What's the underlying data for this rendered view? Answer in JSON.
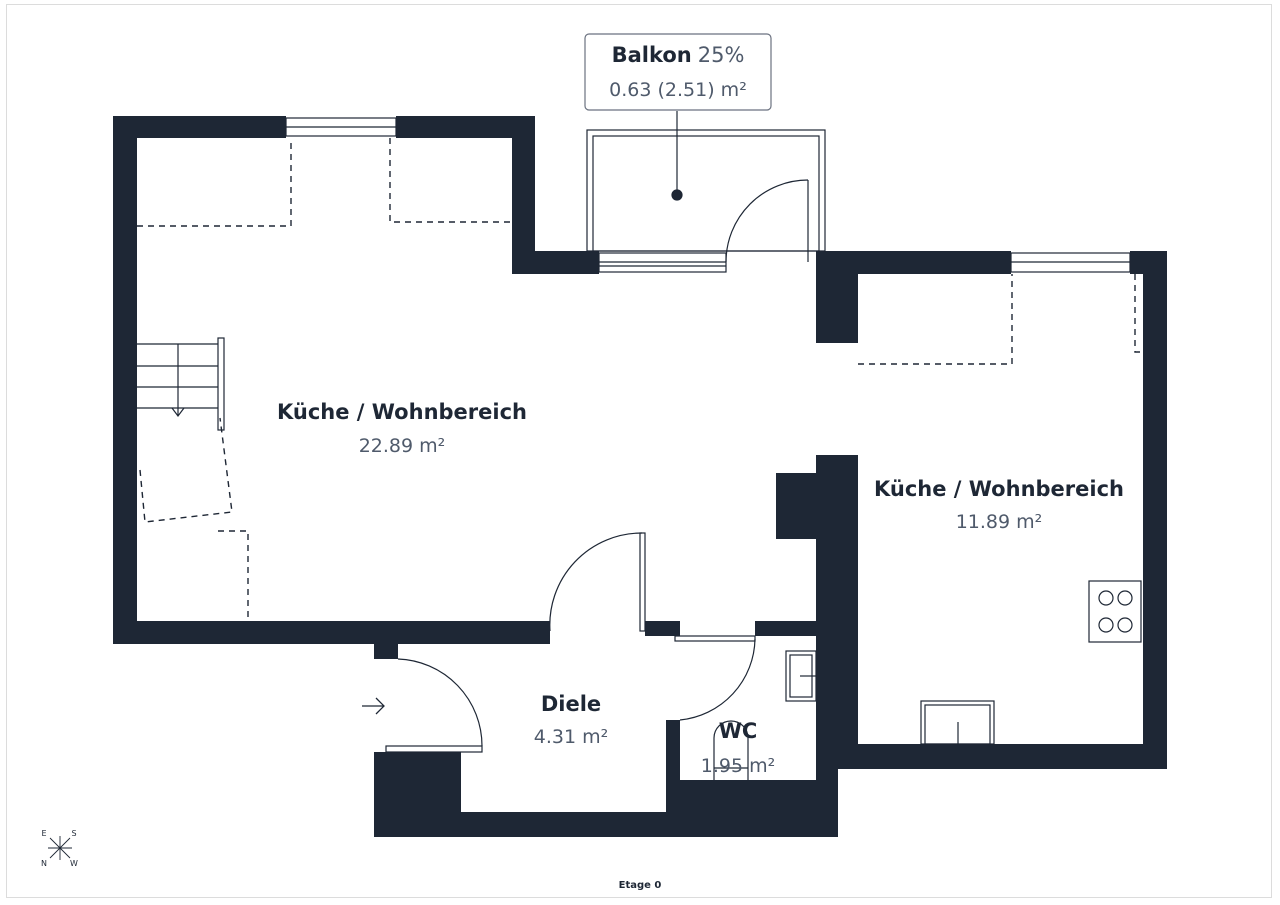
{
  "colors": {
    "wall": "#1e2735",
    "text_primary": "#1e2735",
    "text_secondary": "#4f5a6b",
    "background": "#ffffff"
  },
  "rooms": [
    {
      "name": "Küche / Wohnbereich",
      "area": "22.89 m²"
    },
    {
      "name": "Küche / Wohnbereich",
      "area": "11.89 m²"
    },
    {
      "name": "Diele",
      "area": "4.31 m²"
    },
    {
      "name": "WC",
      "area": "1.95 m²"
    }
  ],
  "balcony": {
    "name": "Balkon",
    "percent": "25%",
    "area": "0.63 (2.51) m²"
  },
  "compass": {
    "north": "N",
    "south": "S",
    "east": "E",
    "west": "W"
  },
  "floor_label": "Etage 0",
  "icons": [
    "entrance-arrow-icon",
    "compass-icon",
    "stove-icon",
    "sink-icon"
  ]
}
